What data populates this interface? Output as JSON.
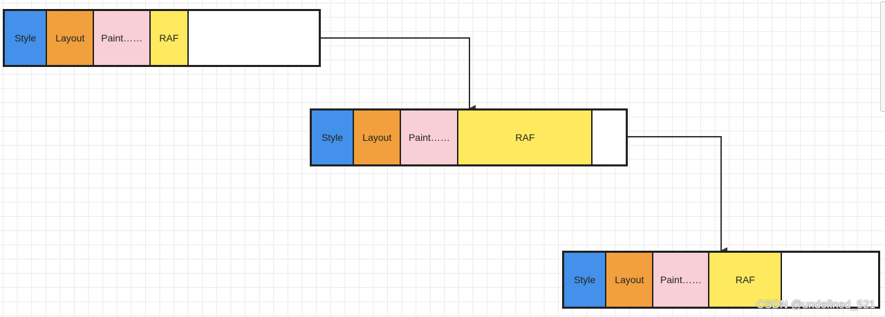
{
  "colors": {
    "style": "#4391ea",
    "layout": "#f2a03d",
    "paint": "#f8cfd6",
    "raf": "#ffe95e",
    "idle": "#ffffff",
    "border": "#222222",
    "connector": "#333333"
  },
  "frames": [
    {
      "segments": [
        {
          "label": "Style",
          "kind": "style",
          "share": 0.135
        },
        {
          "label": "Layout",
          "kind": "layout",
          "share": 0.15
        },
        {
          "label": "Paint……",
          "kind": "paint",
          "share": 0.18
        },
        {
          "label": "RAF",
          "kind": "raf",
          "share": 0.12
        },
        {
          "label": "",
          "kind": "idle",
          "share": 0.415
        }
      ]
    },
    {
      "segments": [
        {
          "label": "Style",
          "kind": "style",
          "share": 0.135
        },
        {
          "label": "Layout",
          "kind": "layout",
          "share": 0.15
        },
        {
          "label": "Paint……",
          "kind": "paint",
          "share": 0.183
        },
        {
          "label": "RAF",
          "kind": "raf",
          "share": 0.427
        },
        {
          "label": "",
          "kind": "idle",
          "share": 0.105
        }
      ]
    },
    {
      "segments": [
        {
          "label": "Style",
          "kind": "style",
          "share": 0.135
        },
        {
          "label": "Layout",
          "kind": "layout",
          "share": 0.15
        },
        {
          "label": "Paint……",
          "kind": "paint",
          "share": 0.178
        },
        {
          "label": "RAF",
          "kind": "raf",
          "share": 0.232
        },
        {
          "label": "",
          "kind": "idle",
          "share": 0.305
        }
      ]
    }
  ],
  "watermark": "CSDN @undefined_521"
}
